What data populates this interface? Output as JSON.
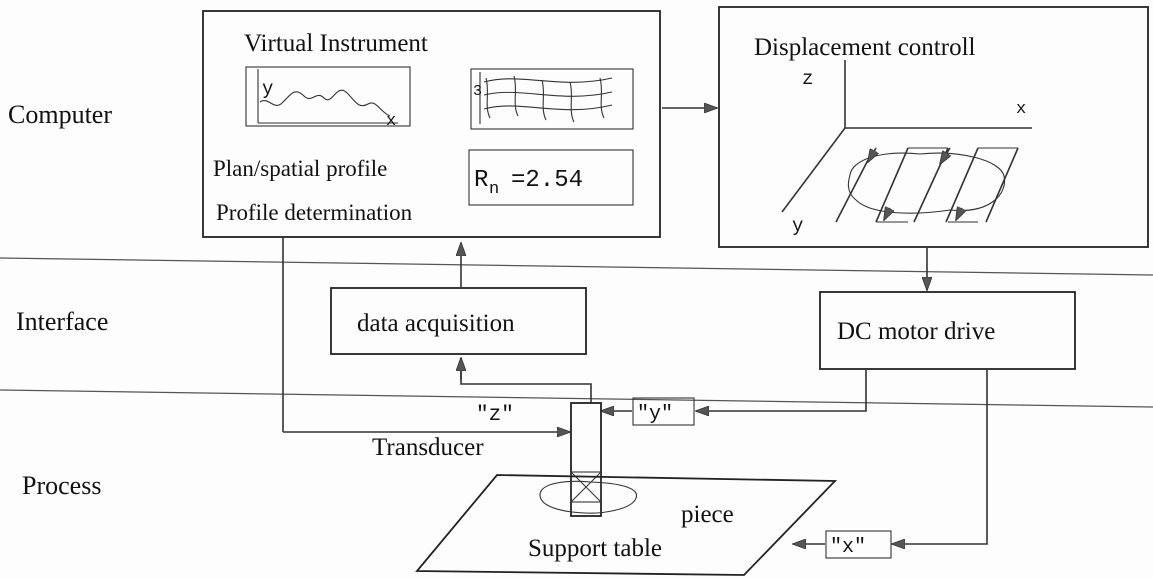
{
  "layers": {
    "computer": "Computer",
    "interface": "Interface",
    "process": "Process"
  },
  "virtual_instrument": {
    "title": "Virtual Instrument",
    "plot_y_label": "y",
    "plot_x_label": "x",
    "surface_label": "3",
    "line1": "Plan/spatial profile",
    "line2": "Profile determination",
    "readout": "=2.54",
    "readout_symbol": "R",
    "readout_subscript": "n"
  },
  "displacement": {
    "title": "Displacement controll",
    "z_label": "z",
    "x_label": "x",
    "y_label": "y"
  },
  "interface_blocks": {
    "data_acquisition": "data acquisition",
    "dc_motor": "DC motor drive"
  },
  "process": {
    "z_signal": "\"z\"",
    "y_signal": "\"y\"",
    "x_signal": "\"x\"",
    "transducer": "Transducer",
    "piece": "piece",
    "support_table": "Support table"
  },
  "colors": {
    "line": "#333333",
    "arrow": "#555555",
    "text": "#111111"
  }
}
